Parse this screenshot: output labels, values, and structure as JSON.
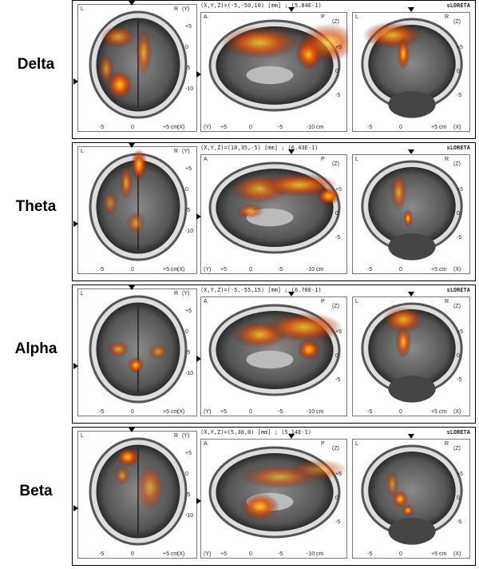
{
  "rows": [
    {
      "band": "Delta",
      "coords": "(X,Y,Z)=(-5,-50,10) [mm] ; (5.84E-1)",
      "method": "sLORETA"
    },
    {
      "band": "Theta",
      "coords": "(X,Y,Z)=(10,35,-5) [mm] ; (6.43E-1)",
      "method": "sLORETA"
    },
    {
      "band": "Alpha",
      "coords": "(X,Y,Z)=(-5,-55,15) [mm] ; (6.70E-1)",
      "method": "sLORETA"
    },
    {
      "band": "Beta",
      "coords": "(X,Y,Z)=(5,30,0) [mm] ; (5.14E-1)",
      "method": "sLORETA"
    }
  ],
  "axial": {
    "L": "L",
    "R": "R",
    "axis_y": "(Y)",
    "y_ticks": [
      "+5",
      "0",
      "-5",
      "-10"
    ],
    "x_ticks": [
      "-5",
      "0",
      "+5 cm"
    ],
    "axis_x": "(X)"
  },
  "sagittal": {
    "A": "A",
    "P": "P",
    "axis_z": "(Z)",
    "z_ticks": [
      "+5",
      "0",
      "-5"
    ],
    "axis_y": "(Y)",
    "y_ticks": [
      "+5",
      "0",
      "-5",
      "-10 cm"
    ]
  },
  "coronal": {
    "L": "L",
    "R": "R",
    "axis_z": "(Z)",
    "z_ticks": [
      "+5",
      "0",
      "-5"
    ],
    "x_ticks": [
      "-5",
      "0",
      "+5 cm"
    ],
    "axis_x": "(X)"
  },
  "colors": {
    "hot_low": "#7a1a05",
    "hot_mid": "#e0520c",
    "hot_high": "#ffd21e",
    "brain_gray": "#6e6e6e"
  }
}
